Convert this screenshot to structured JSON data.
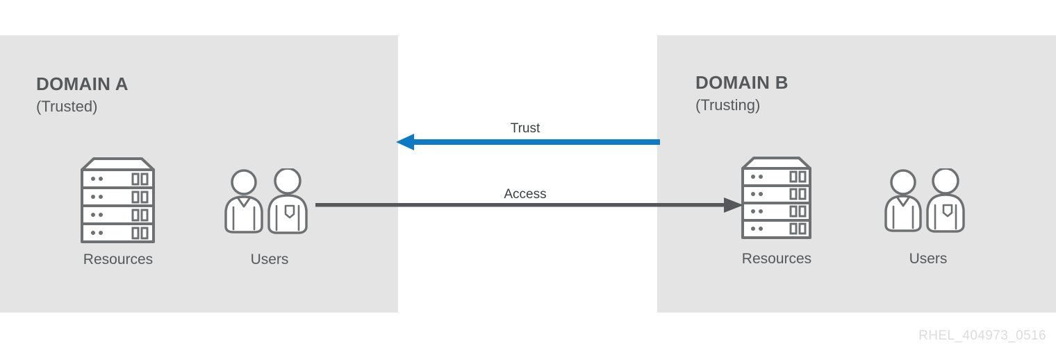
{
  "figure": {
    "watermark": "RHEL_404973_0516",
    "background_color": "#ffffff",
    "panel_color": "#e4e4e4",
    "stroke_color": "#6e7173",
    "text_color": "#55585a",
    "trust_arrow_color": "#0d7ac3",
    "access_arrow_color": "#55585a"
  },
  "domains": [
    {
      "title": "DOMAIN A",
      "subtitle": "(Trusted)",
      "resources_caption": "Resources",
      "users_caption": "Users"
    },
    {
      "title": "DOMAIN B",
      "subtitle": "(Trusting)",
      "resources_caption": "Resources",
      "users_caption": "Users"
    }
  ],
  "connections": [
    {
      "label": "Trust",
      "direction": "right-to-left",
      "from": "DOMAIN B",
      "to": "DOMAIN A",
      "color": "#0d7ac3"
    },
    {
      "label": "Access",
      "direction": "left-to-right",
      "from": "DOMAIN A Users",
      "to": "DOMAIN B Resources",
      "color": "#55585a"
    }
  ]
}
